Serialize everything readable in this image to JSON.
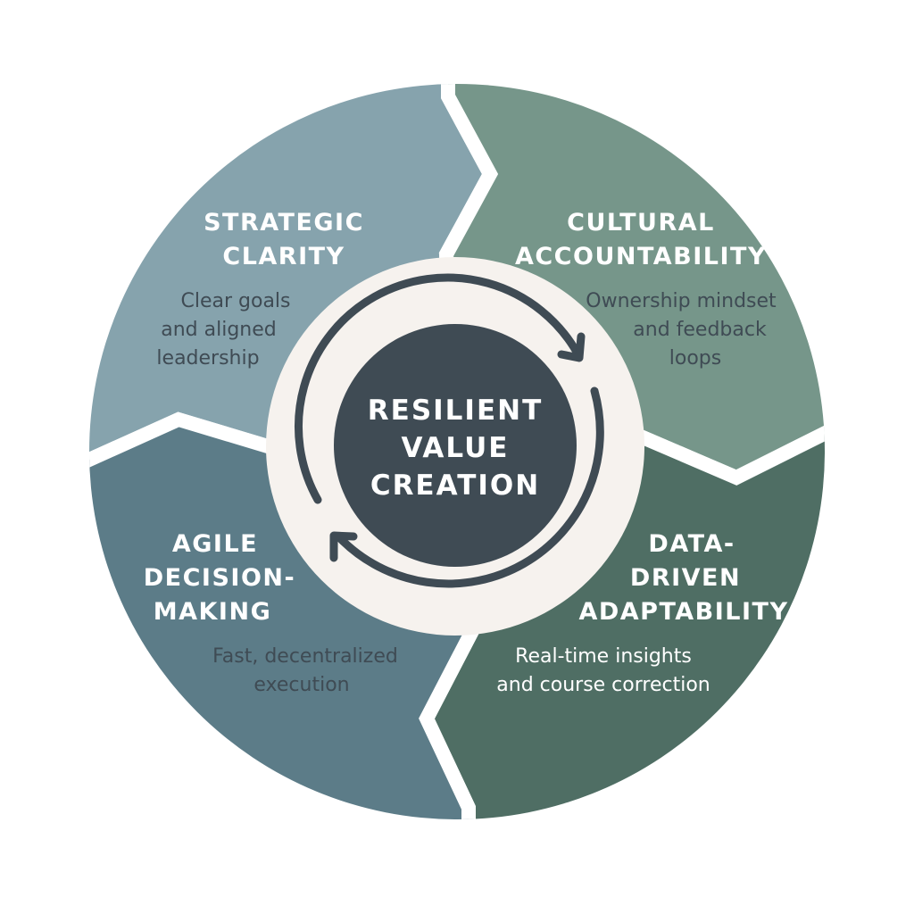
{
  "colors": {
    "background": "#ffffff",
    "ring": "#f6f2ee",
    "core": "#3f4b54",
    "arrows": "#3f4b54",
    "strategic": "#86a3ad",
    "cultural": "#76968a",
    "data_driven": "#4f6e64",
    "agile": "#5c7c88"
  },
  "center": {
    "line1": "RESILIENT",
    "line2": "VALUE",
    "line3": "CREATION"
  },
  "segments": {
    "strategic": {
      "title1": "STRATEGIC",
      "title2": "CLARITY",
      "desc1": "Clear goals",
      "desc2": "and aligned",
      "desc3": "leadership"
    },
    "cultural": {
      "title1": "CULTURAL",
      "title2": "ACCOUNTABILITY",
      "desc1": "Ownership mindset",
      "desc2": "and feedback",
      "desc3": "loops"
    },
    "data_driven": {
      "title1": "DATA-",
      "title2": "DRIVEN",
      "title3": "ADAPTABILITY",
      "desc1": "Real-time insights",
      "desc2": "and course correction"
    },
    "agile": {
      "title1": "AGILE",
      "title2": "DECISION-",
      "title3": "MAKING",
      "desc1": "Fast, decentralized",
      "desc2": "execution"
    }
  }
}
